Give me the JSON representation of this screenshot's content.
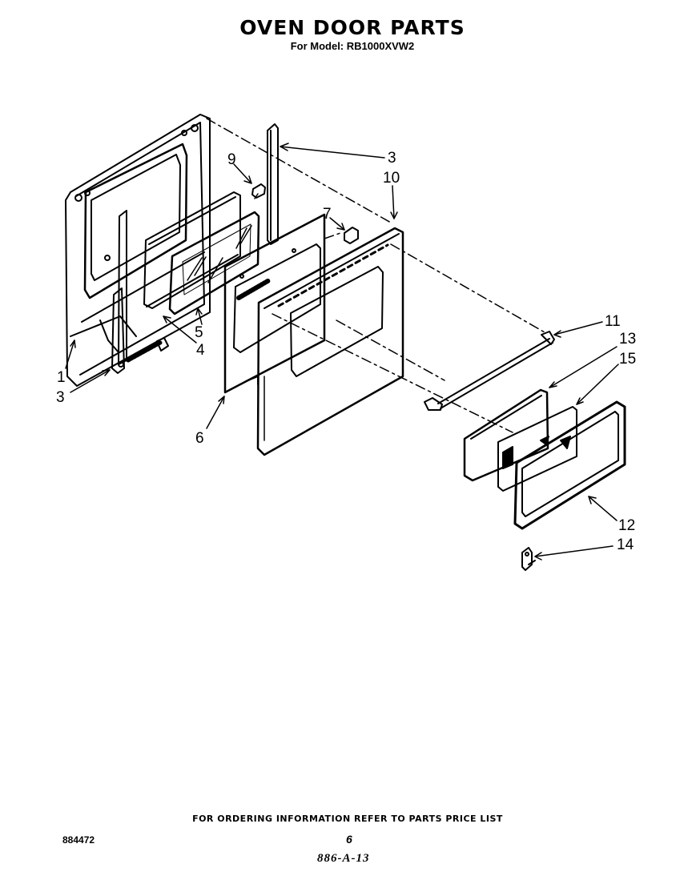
{
  "header": {
    "title": "OVEN DOOR PARTS",
    "subtitle": "For Model: RB1000XVW2"
  },
  "callouts": [
    {
      "id": "c1",
      "label": "1",
      "part": "inner door panel"
    },
    {
      "id": "c3a",
      "label": "3",
      "part": "hinge (left)"
    },
    {
      "id": "c3b",
      "label": "3",
      "part": "hinge (right)"
    },
    {
      "id": "c4",
      "label": "4",
      "part": "inner glass frame"
    },
    {
      "id": "c5",
      "label": "5",
      "part": "door glass"
    },
    {
      "id": "c6",
      "label": "6",
      "part": "insulation / baffle panel"
    },
    {
      "id": "c7",
      "label": "7",
      "part": "clip"
    },
    {
      "id": "c9",
      "label": "9",
      "part": "spacer block"
    },
    {
      "id": "c10",
      "label": "10",
      "part": "outer door panel"
    },
    {
      "id": "c11",
      "label": "11",
      "part": "handle"
    },
    {
      "id": "c12",
      "label": "12",
      "part": "window trim frame"
    },
    {
      "id": "c13",
      "label": "13",
      "part": "window glass frame"
    },
    {
      "id": "c15",
      "label": "15",
      "part": "window glass"
    },
    {
      "id": "c14",
      "label": "14",
      "part": "bracket"
    }
  ],
  "footer": {
    "ordering_note": "FOR ORDERING INFORMATION REFER TO PARTS PRICE LIST",
    "page_number": "6",
    "document_number": "884472",
    "handwritten_code": "886-A-13"
  }
}
